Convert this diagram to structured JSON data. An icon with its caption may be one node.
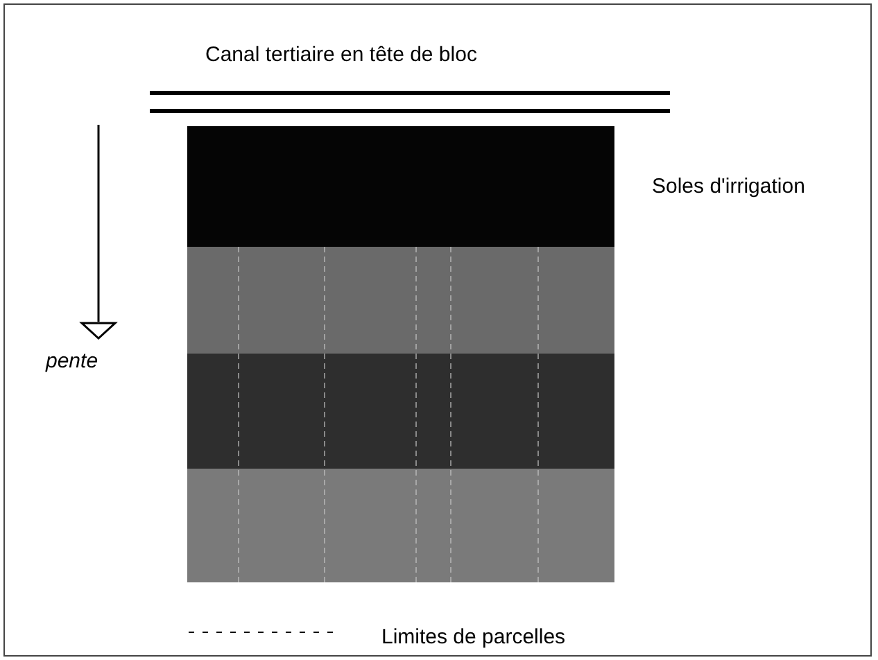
{
  "diagram": {
    "labels": [
      "Canal tertiaire en tête de bloc",
      "Soles d'irrigation",
      "pente"
    ],
    "legend": [
      {
        "text": "Limites de parcelles"
      }
    ]
  }
}
